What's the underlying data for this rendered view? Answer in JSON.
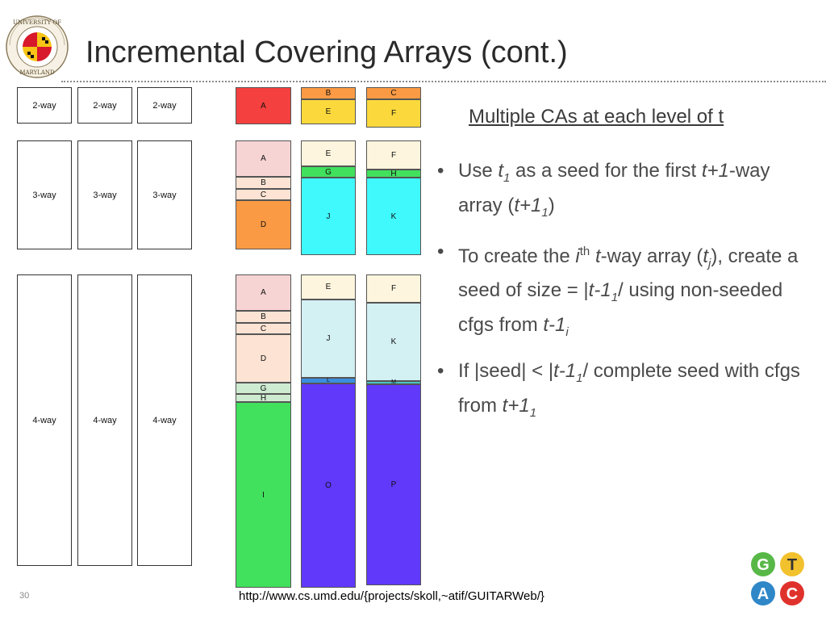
{
  "slide": {
    "title": "Incremental Covering Arrays (cont.)",
    "subtitle": "Multiple CAs at each level of t",
    "slide_number": "30",
    "url": "http://www.cs.umd.edu/{projects/skoll,~atif/GUITARWeb/}",
    "logo_text": "UNIVERSITY OF MARYLAND",
    "gtac": [
      "G",
      "T",
      "A",
      "C"
    ]
  },
  "bullets": [
    {
      "runs": [
        {
          "t": "Use "
        },
        {
          "t": "t",
          "i": true
        },
        {
          "t": "1",
          "i": true,
          "sub": true
        },
        {
          "t": " as a seed for the first "
        },
        {
          "t": "t+1",
          "i": true
        },
        {
          "t": "-way array ("
        },
        {
          "t": "t+1",
          "i": true
        },
        {
          "t": "1",
          "i": true,
          "sub": true
        },
        {
          "t": ")"
        }
      ]
    },
    {
      "runs": [
        {
          "t": "To create the "
        },
        {
          "t": "i",
          "i": true
        },
        {
          "t": "th",
          "sup": true
        },
        {
          "t": " "
        },
        {
          "t": "t",
          "i": true
        },
        {
          "t": "-way array ("
        },
        {
          "t": "t",
          "i": true
        },
        {
          "t": "j",
          "i": true,
          "sub": true
        },
        {
          "t": "), create a seed of size = |"
        },
        {
          "t": "t-1",
          "i": true
        },
        {
          "t": "1",
          "i": true,
          "sub": true
        },
        {
          "t": "/ using non-seeded cfgs from "
        },
        {
          "t": "t-1",
          "i": true
        },
        {
          "t": "i",
          "i": true,
          "sub": true
        }
      ]
    },
    {
      "runs": [
        {
          "t": "If |seed| < |"
        },
        {
          "t": "t-1",
          "i": true
        },
        {
          "t": "1",
          "i": true,
          "sub": true
        },
        {
          "t": "/ complete seed with cfgs from "
        },
        {
          "t": "t+1",
          "i": true
        },
        {
          "t": "1",
          "i": true,
          "sub": true
        }
      ]
    }
  ],
  "colors": {
    "red": "#f4403f",
    "orange": "#fb9a44",
    "yellow": "#fbd93c",
    "pink": "#f7d4d4",
    "peach": "#fce3d3",
    "cream": "#fdf5dd",
    "green": "#41e05d",
    "lightgreen": "#cdebd0",
    "cyan": "#40f9fc",
    "lightcyan": "#d3f0f3",
    "blue": "#3a8fe0",
    "purple": "#6039fb",
    "teal": "#4cc4c4"
  },
  "left_boxes": [
    {
      "id": "2way-1",
      "label": "2-way"
    },
    {
      "id": "2way-2",
      "label": "2-way"
    },
    {
      "id": "2way-3",
      "label": "2-way"
    },
    {
      "id": "3way-1",
      "label": "3-way"
    },
    {
      "id": "3way-2",
      "label": "3-way"
    },
    {
      "id": "3way-3",
      "label": "3-way"
    },
    {
      "id": "4way-1",
      "label": "4-way"
    },
    {
      "id": "4way-2",
      "label": "4-way"
    },
    {
      "id": "4way-3",
      "label": "4-way"
    }
  ],
  "segments": [
    {
      "id": "r1-A",
      "label": "A",
      "color": "red"
    },
    {
      "id": "r1-B",
      "label": "B",
      "color": "orange"
    },
    {
      "id": "r1-E",
      "label": "E",
      "color": "yellow"
    },
    {
      "id": "r1-C",
      "label": "C",
      "color": "orange"
    },
    {
      "id": "r1-F",
      "label": "F",
      "color": "yellow"
    },
    {
      "id": "r2-A",
      "label": "A",
      "color": "pink"
    },
    {
      "id": "r2-B",
      "label": "B",
      "color": "peach"
    },
    {
      "id": "r2-C",
      "label": "C",
      "color": "peach"
    },
    {
      "id": "r2-D",
      "label": "D",
      "color": "orange"
    },
    {
      "id": "r2-E",
      "label": "E",
      "color": "cream"
    },
    {
      "id": "r2-G",
      "label": "G",
      "color": "green"
    },
    {
      "id": "r2-J",
      "label": "J",
      "color": "cyan"
    },
    {
      "id": "r2-F",
      "label": "F",
      "color": "cream"
    },
    {
      "id": "r2-H",
      "label": "H",
      "color": "green"
    },
    {
      "id": "r2-K",
      "label": "K",
      "color": "cyan"
    },
    {
      "id": "r3-A",
      "label": "A",
      "color": "pink"
    },
    {
      "id": "r3-B",
      "label": "B",
      "color": "peach"
    },
    {
      "id": "r3-C",
      "label": "C",
      "color": "peach"
    },
    {
      "id": "r3-D",
      "label": "D",
      "color": "peach"
    },
    {
      "id": "r3-G",
      "label": "G",
      "color": "lightgreen"
    },
    {
      "id": "r3-H",
      "label": "H",
      "color": "lightgreen"
    },
    {
      "id": "r3-I",
      "label": "I",
      "color": "green"
    },
    {
      "id": "r3-E",
      "label": "E",
      "color": "cream"
    },
    {
      "id": "r3-J",
      "label": "J",
      "color": "lightcyan"
    },
    {
      "id": "r3-L",
      "label": "L",
      "color": "blue"
    },
    {
      "id": "r3-O",
      "label": "O",
      "color": "purple"
    },
    {
      "id": "r3-F",
      "label": "F",
      "color": "cream"
    },
    {
      "id": "r3-K",
      "label": "K",
      "color": "lightcyan"
    },
    {
      "id": "r3-M",
      "label": "M",
      "color": "teal"
    },
    {
      "id": "r3-P",
      "label": "P",
      "color": "purple"
    }
  ]
}
